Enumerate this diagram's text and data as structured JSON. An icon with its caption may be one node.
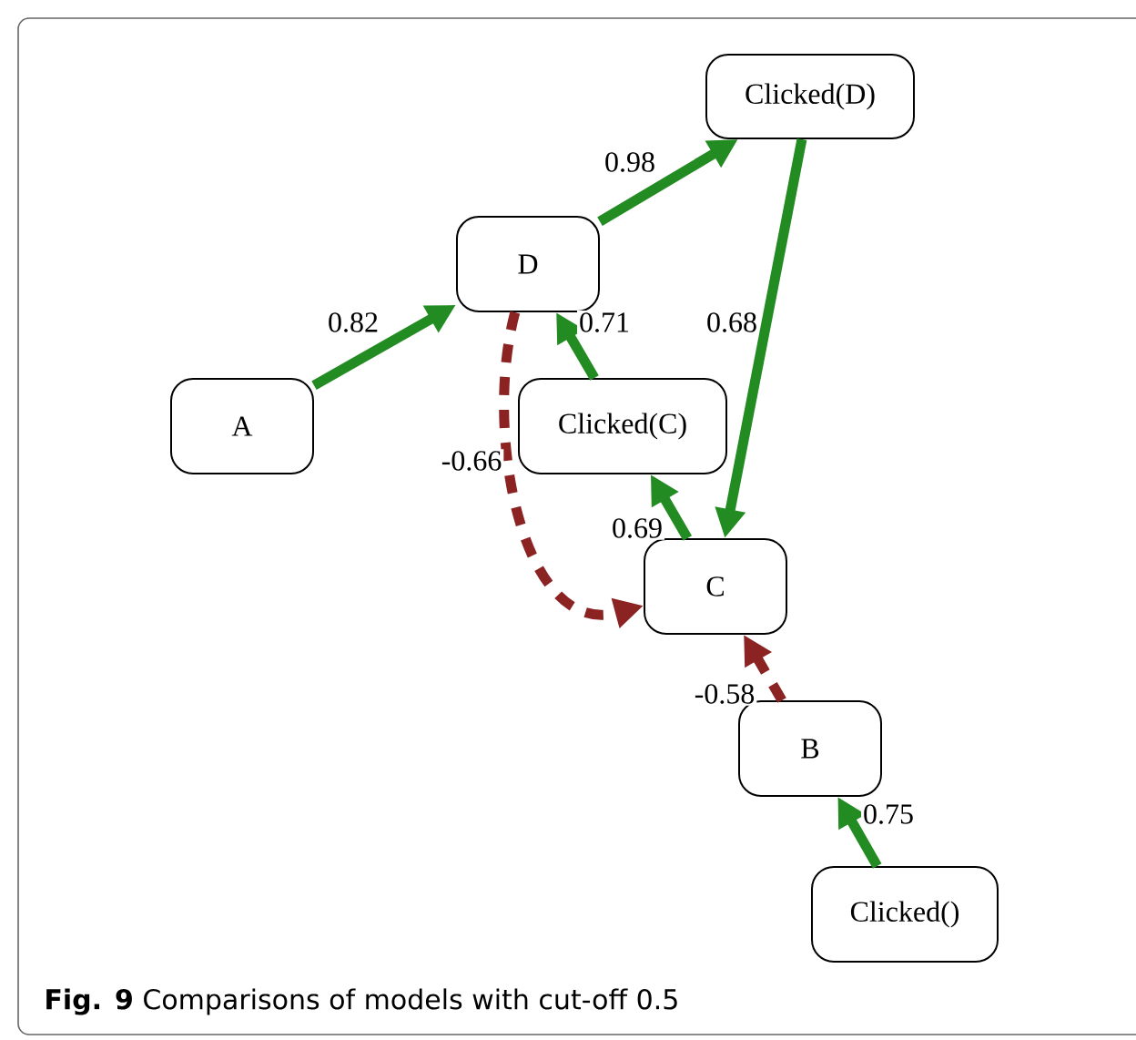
{
  "diagram": {
    "caption": "**Fig. 9** Comparisons of models with cut-off 0.5",
    "nodes": [
      {
        "text": [
          "Clicked(D)"
        ]
      },
      {
        "text": [
          "D"
        ]
      },
      {
        "text": [
          "A"
        ]
      },
      {
        "text": [
          "Clicked(C)"
        ]
      },
      {
        "text": [
          "C"
        ]
      },
      {
        "text": [
          "B"
        ]
      },
      {
        "text": [
          "Clicked()"
        ]
      }
    ],
    "edges": [
      {
        "from": 2,
        "to": 1,
        "arrow": "to",
        "label": "0.82"
      },
      {
        "from": 1,
        "to": 0,
        "arrow": "to",
        "label": "0.98"
      },
      {
        "from": 3,
        "to": 1,
        "arrow": "to",
        "label": "0.71"
      },
      {
        "from": 0,
        "to": 4,
        "arrow": "to",
        "label": "0.68"
      },
      {
        "from": 1,
        "to": 4,
        "arrow": "to",
        "label": "-0.66",
        "style": "dashed",
        "color": "#8b2323"
      },
      {
        "from": 4,
        "to": 3,
        "arrow": "to",
        "label": "0.69"
      },
      {
        "from": 5,
        "to": 4,
        "arrow": "to",
        "label": "-0.58",
        "style": "dashed",
        "color": "#8b2323"
      },
      {
        "from": 6,
        "to": 5,
        "arrow": "to",
        "label": "0.75"
      }
    ]
  }
}
